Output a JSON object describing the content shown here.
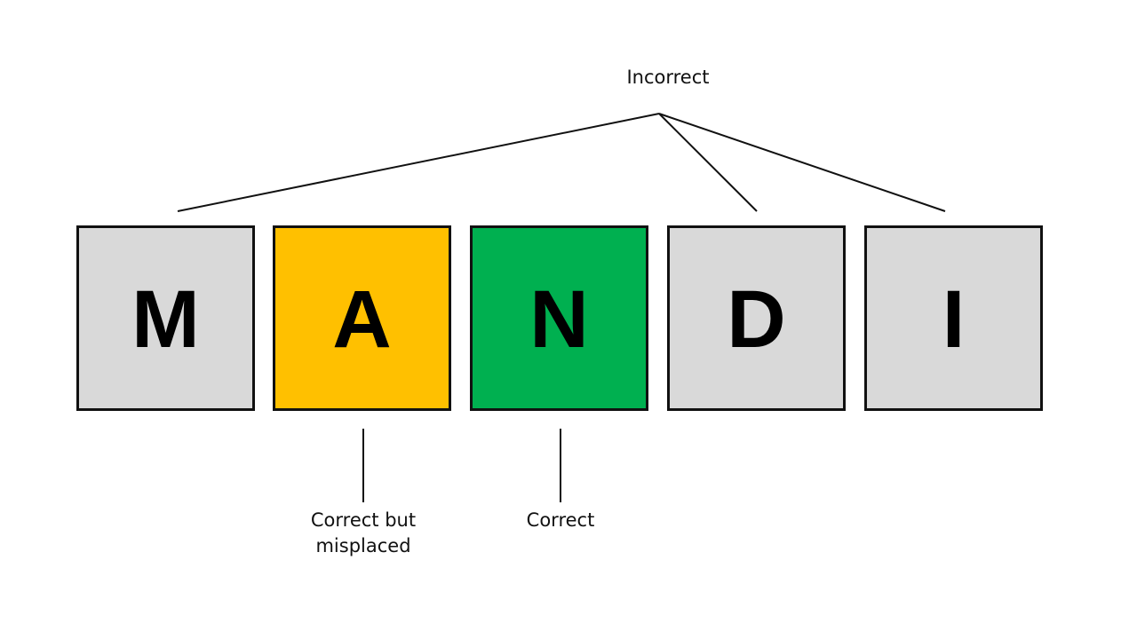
{
  "tiles": [
    {
      "letter": "M",
      "status": "incorrect",
      "color": "#d9d9d9"
    },
    {
      "letter": "A",
      "status": "misplaced",
      "color": "#ffc000"
    },
    {
      "letter": "N",
      "status": "correct",
      "color": "#00b050"
    },
    {
      "letter": "D",
      "status": "incorrect",
      "color": "#d9d9d9"
    },
    {
      "letter": "I",
      "status": "incorrect",
      "color": "#d9d9d9"
    }
  ],
  "labels": {
    "incorrect": "Incorrect",
    "misplaced_line1": "Correct but",
    "misplaced_line2": "misplaced",
    "correct": "Correct"
  },
  "colors": {
    "incorrect": "#d9d9d9",
    "misplaced": "#ffc000",
    "correct": "#00b050",
    "border": "#111111"
  }
}
